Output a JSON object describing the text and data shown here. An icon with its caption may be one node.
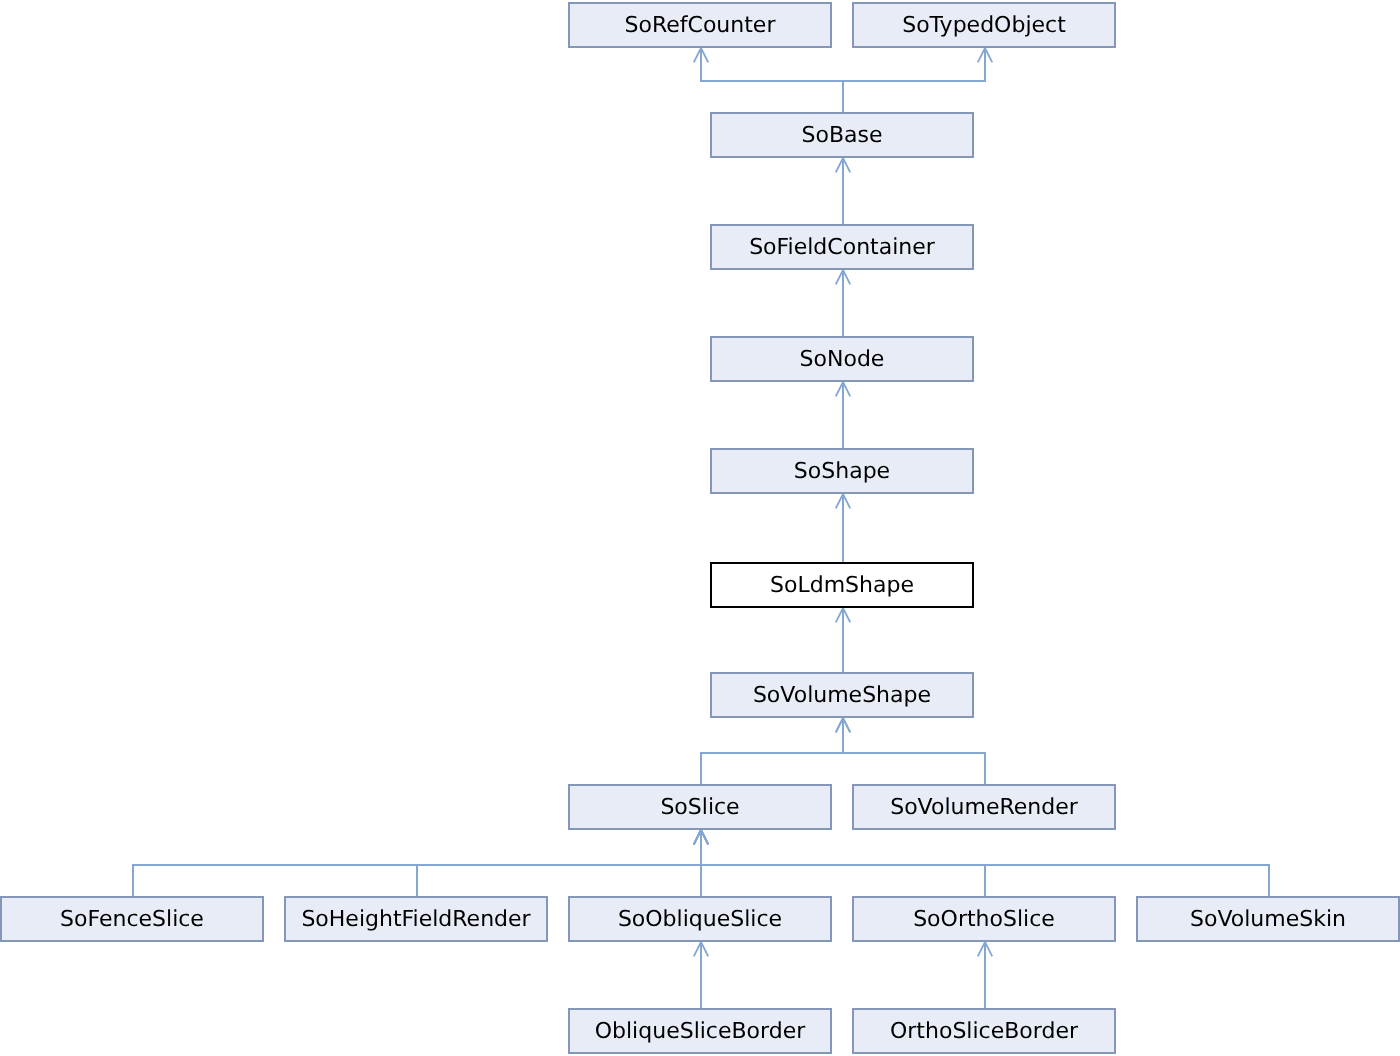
{
  "diagram": {
    "nodes": [
      {
        "text": [
          "SoRefCounter"
        ]
      },
      {
        "text": [
          "SoTypedObject"
        ]
      },
      {
        "text": [
          "SoBase"
        ]
      },
      {
        "text": [
          "SoFieldContainer"
        ]
      },
      {
        "text": [
          "SoNode"
        ]
      },
      {
        "text": [
          "SoShape"
        ]
      },
      {
        "text": [
          "SoLdmShape"
        ]
      },
      {
        "text": [
          "SoVolumeShape"
        ]
      },
      {
        "text": [
          "SoSlice"
        ]
      },
      {
        "text": [
          "SoVolumeRender"
        ]
      },
      {
        "text": [
          "SoFenceSlice"
        ]
      },
      {
        "text": [
          "SoHeightFieldRender"
        ]
      },
      {
        "text": [
          "SoObliqueSlice"
        ]
      },
      {
        "text": [
          "SoOrthoSlice"
        ]
      },
      {
        "text": [
          "SoVolumeSkin"
        ]
      },
      {
        "text": [
          "ObliqueSliceBorder"
        ]
      },
      {
        "text": [
          "OrthoSliceBorder"
        ]
      }
    ],
    "edges": [
      {
        "from": 2,
        "to": 0,
        "arrow": "to"
      },
      {
        "from": 2,
        "to": 1,
        "arrow": "to"
      },
      {
        "from": 3,
        "to": 2,
        "arrow": "to"
      },
      {
        "from": 4,
        "to": 3,
        "arrow": "to"
      },
      {
        "from": 5,
        "to": 4,
        "arrow": "to"
      },
      {
        "from": 6,
        "to": 5,
        "arrow": "to"
      },
      {
        "from": 7,
        "to": 6,
        "arrow": "to"
      },
      {
        "from": 8,
        "to": 7,
        "arrow": "to"
      },
      {
        "from": 9,
        "to": 7,
        "arrow": "to"
      },
      {
        "from": 10,
        "to": 8,
        "arrow": "to"
      },
      {
        "from": 11,
        "to": 8,
        "arrow": "to"
      },
      {
        "from": 12,
        "to": 8,
        "arrow": "to"
      },
      {
        "from": 13,
        "to": 8,
        "arrow": "to"
      },
      {
        "from": 14,
        "to": 8,
        "arrow": "to"
      },
      {
        "from": 15,
        "to": 12,
        "arrow": "to"
      },
      {
        "from": 16,
        "to": 13,
        "arrow": "to"
      }
    ]
  }
}
